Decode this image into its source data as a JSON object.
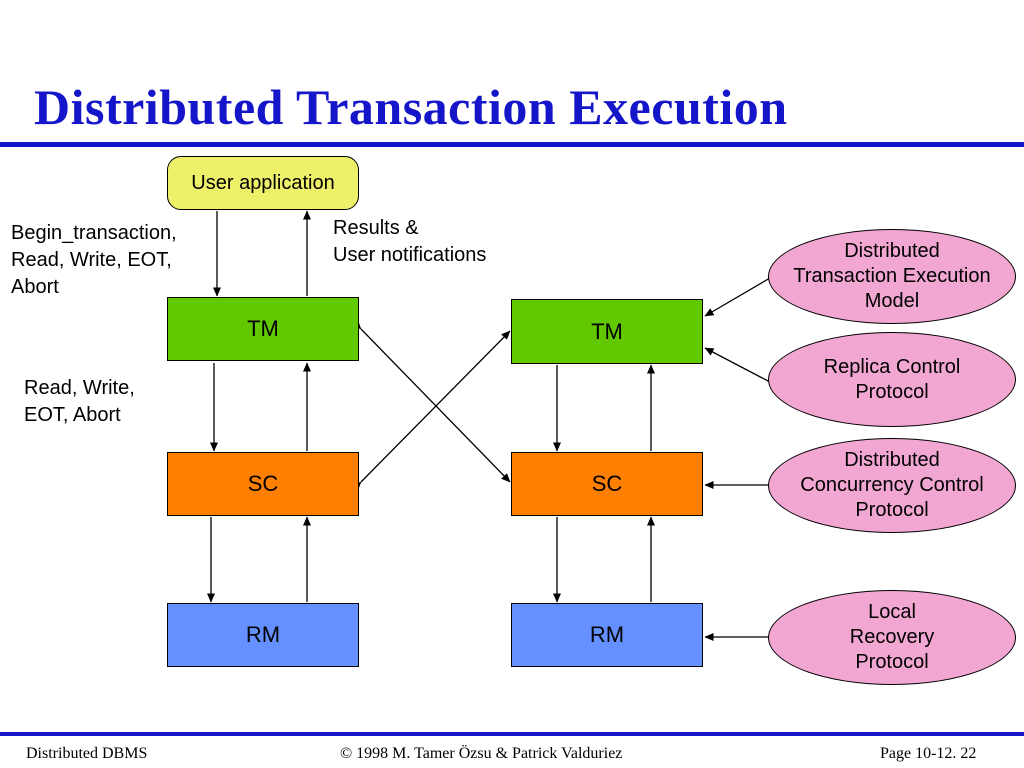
{
  "slide": {
    "title": "Distributed Transaction Execution"
  },
  "diagram": {
    "user_app": "User application",
    "left": {
      "tm": "TM",
      "sc": "SC",
      "rm": "RM"
    },
    "right": {
      "tm": "TM",
      "sc": "SC",
      "rm": "RM"
    },
    "labels": {
      "begin_lines": [
        "Begin_transaction,",
        "Read, Write, EOT,",
        "Abort"
      ],
      "results_lines": [
        "Results &",
        "User notifications"
      ],
      "rw_lines": [
        "Read, Write,",
        "EOT, Abort"
      ]
    },
    "ellipses": [
      {
        "lines": [
          "Distributed",
          "Transaction Execution",
          "Model"
        ]
      },
      {
        "lines": [
          "Replica Control",
          "Protocol"
        ]
      },
      {
        "lines": [
          "Distributed",
          "Concurrency Control",
          "Protocol"
        ]
      },
      {
        "lines": [
          "Local",
          "Recovery",
          "Protocol"
        ]
      }
    ],
    "colors": {
      "title": "#1515c9",
      "user_app": "#eef06a",
      "tm": "#62c900",
      "sc": "#ff8000",
      "rm": "#6491ff",
      "ellipse": "#f2a6d2"
    }
  },
  "footer": {
    "left": "Distributed DBMS",
    "center": "© 1998 M. Tamer Özsu & Patrick Valduriez",
    "right": "Page 10-12. 22"
  }
}
